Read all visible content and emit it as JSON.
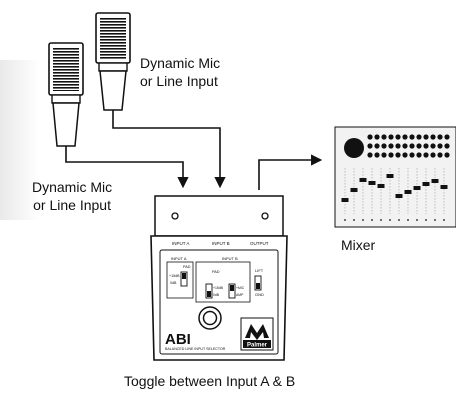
{
  "labels": {
    "mic_top": [
      "Dynamic Mic",
      "or Line Input"
    ],
    "mic_left": [
      "Dynamic Mic",
      "or Line Input"
    ],
    "mixer": "Mixer",
    "caption": "Toggle between Input A & B"
  },
  "device": {
    "jacks": [
      "INPUT A",
      "INPUT B",
      "OUTPUT"
    ],
    "section_a": "INPUT A",
    "section_b": "INPUT B",
    "pad_a": "PAD",
    "pad_b": "PAD",
    "switch_a": [
      "+15dB",
      "0dB"
    ],
    "switch_b_left": [
      "+15dB",
      "0dB"
    ],
    "switch_b_right": [
      "+MIC",
      "AMP"
    ],
    "lift": [
      "LIFT",
      "GND"
    ],
    "model": "ABI",
    "model_subtitle": "BALANCED LINE INPUT SELECTOR",
    "brand": "Palmer"
  },
  "colors": {
    "line": "#111111",
    "mic_body": "#ffffff",
    "mixer_bg": "#f2f2f2"
  }
}
